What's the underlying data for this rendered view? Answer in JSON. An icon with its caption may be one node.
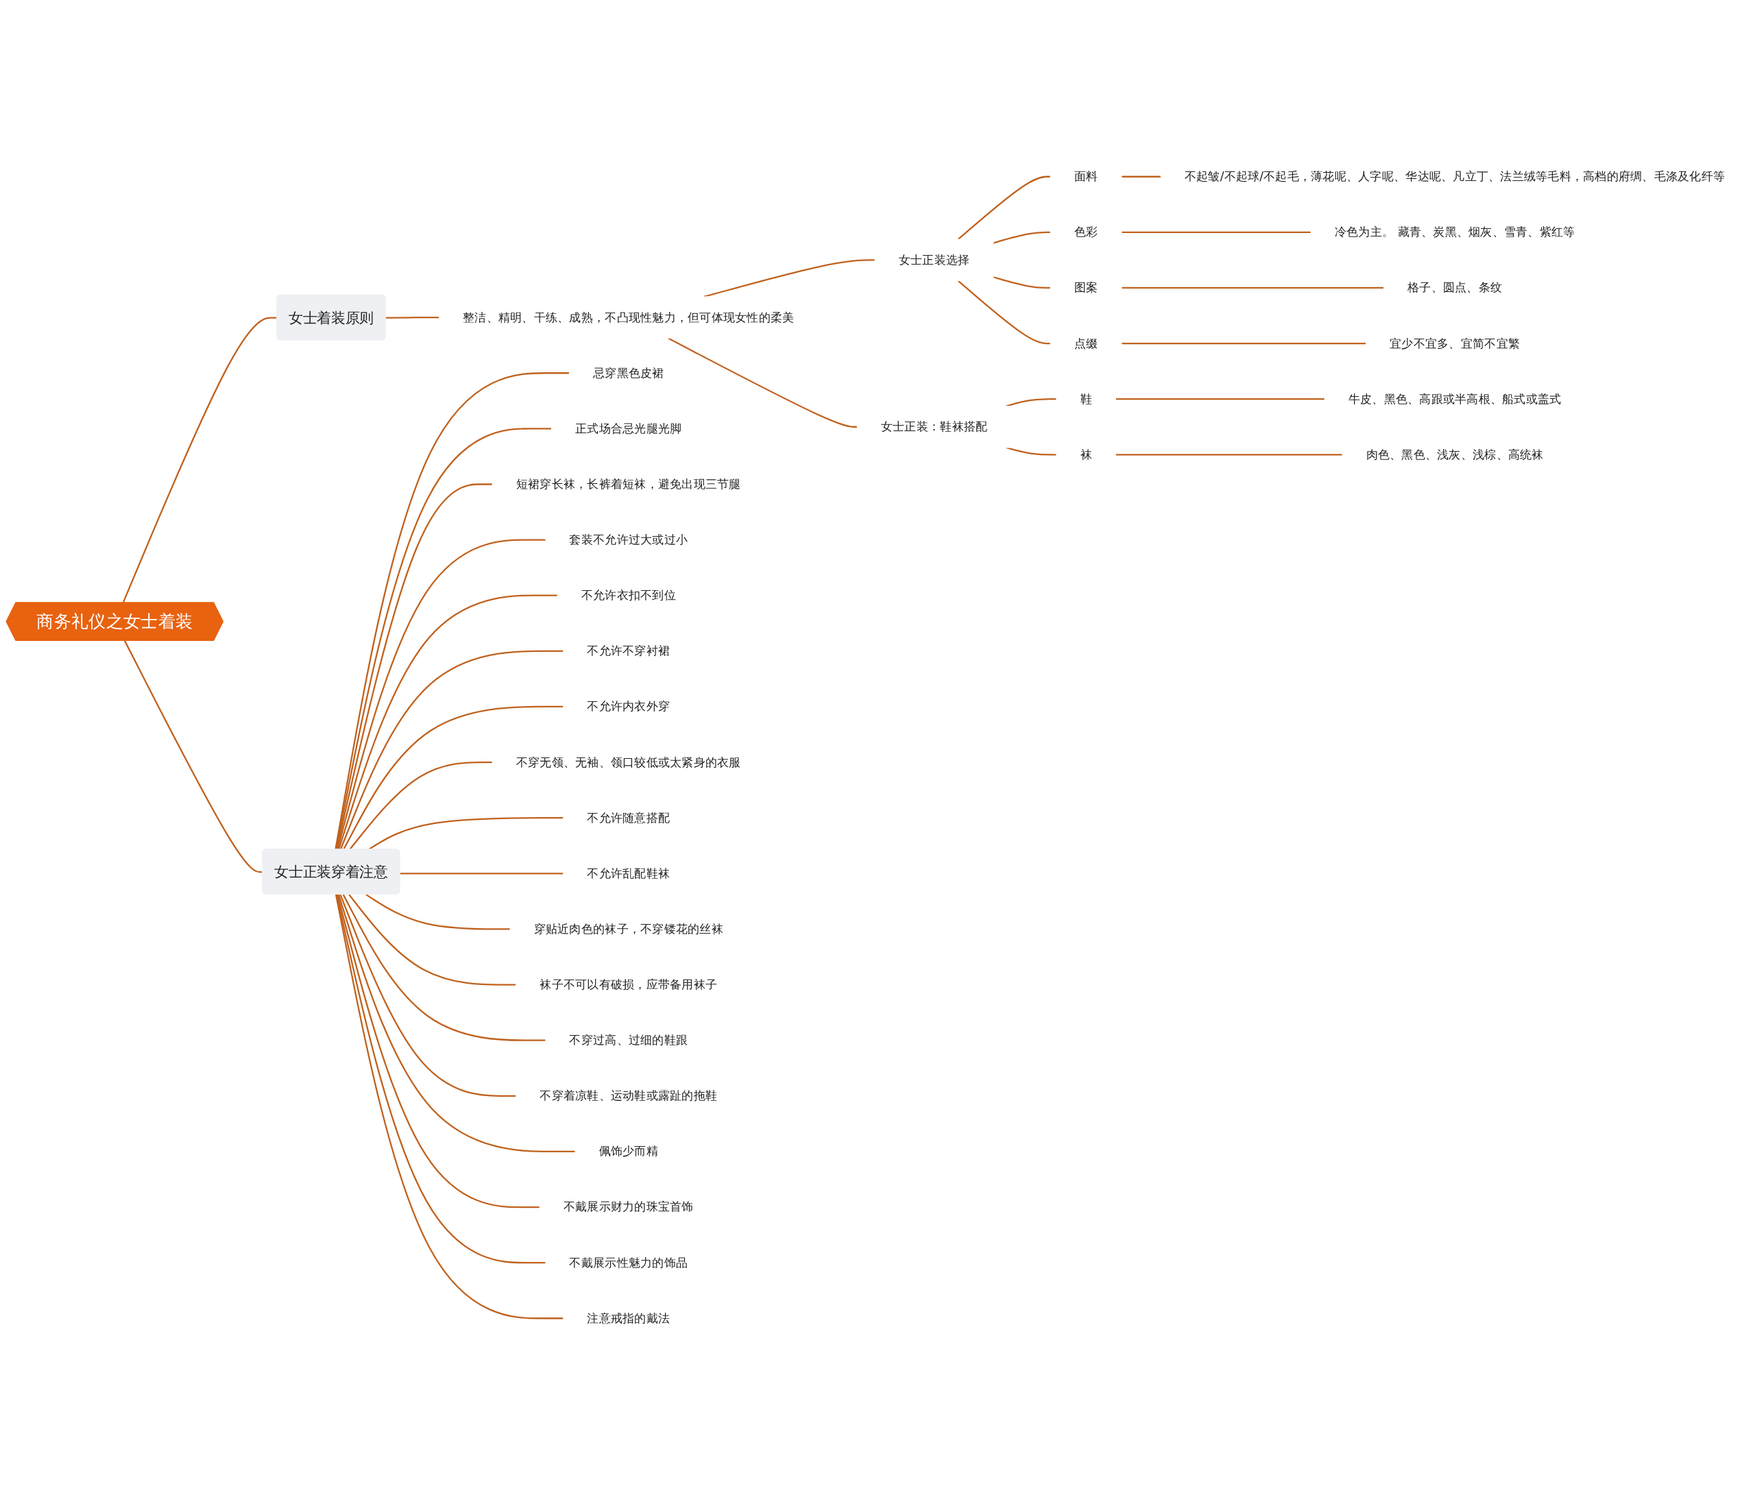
{
  "diagram": {
    "nodes": [
      {
        "text": [
          "商务礼仪之女士着装"
        ]
      },
      {
        "text": [
          "女士着装原则"
        ]
      },
      {
        "text": [
          "整洁、精明、干练、成熟，不凸现性魅力，但可体现女性的柔美"
        ]
      },
      {
        "text": [
          "女士正装选择"
        ]
      },
      {
        "text": [
          "面料"
        ]
      },
      {
        "text": [
          "不起皱/不起球/不起毛，薄花呢、人字呢、华达呢、凡立丁、法兰绒等毛料，高档的府绸、毛涤及化纤等"
        ]
      },
      {
        "text": [
          "色彩"
        ]
      },
      {
        "text": [
          "冷色为主。 藏青、炭黑、烟灰、雪青、紫红等"
        ]
      },
      {
        "text": [
          "图案"
        ]
      },
      {
        "text": [
          "格子、圆点、条纹"
        ]
      },
      {
        "text": [
          "点缀"
        ]
      },
      {
        "text": [
          "宜少不宜多、宜简不宜繁"
        ]
      },
      {
        "text": [
          "女士正装：鞋袜搭配"
        ]
      },
      {
        "text": [
          "鞋"
        ]
      },
      {
        "text": [
          "牛皮、黑色、高跟或半高根、船式或盖式"
        ]
      },
      {
        "text": [
          "袜"
        ]
      },
      {
        "text": [
          "肉色、黑色、浅灰、浅棕、高统袜"
        ]
      },
      {
        "text": [
          "女士正装穿着注意"
        ]
      },
      {
        "text": [
          "忌穿黑色皮裙"
        ]
      },
      {
        "text": [
          "正式场合忌光腿光脚"
        ]
      },
      {
        "text": [
          "短裙穿长袜，长裤着短袜，避免出现三节腿"
        ]
      },
      {
        "text": [
          "套装不允许过大或过小"
        ]
      },
      {
        "text": [
          "不允许衣扣不到位"
        ]
      },
      {
        "text": [
          "不允许不穿衬裙"
        ]
      },
      {
        "text": [
          "不允许内衣外穿"
        ]
      },
      {
        "text": [
          "不穿无领、无袖、领口较低或太紧身的衣服"
        ]
      },
      {
        "text": [
          "不允许随意搭配"
        ]
      },
      {
        "text": [
          "不允许乱配鞋袜"
        ]
      },
      {
        "text": [
          "穿贴近肉色的袜子，不穿镂花的丝袜"
        ]
      },
      {
        "text": [
          "袜子不可以有破损，应带备用袜子"
        ]
      },
      {
        "text": [
          "不穿过高、过细的鞋跟"
        ]
      },
      {
        "text": [
          "不穿着凉鞋、运动鞋或露趾的拖鞋"
        ]
      },
      {
        "text": [
          "佩饰少而精"
        ]
      },
      {
        "text": [
          "不戴展示财力的珠宝首饰"
        ]
      },
      {
        "text": [
          "不戴展示性魅力的饰品"
        ]
      },
      {
        "text": [
          "注意戒指的戴法"
        ]
      }
    ],
    "edges": [
      {
        "from": 0,
        "to": 1,
        "arrow": "none"
      },
      {
        "from": 1,
        "to": 2,
        "arrow": "none"
      },
      {
        "from": 2,
        "to": 3,
        "arrow": "none"
      },
      {
        "from": 3,
        "to": 4,
        "arrow": "none"
      },
      {
        "from": 4,
        "to": 5,
        "arrow": "none"
      },
      {
        "from": 3,
        "to": 6,
        "arrow": "none"
      },
      {
        "from": 6,
        "to": 7,
        "arrow": "none"
      },
      {
        "from": 3,
        "to": 8,
        "arrow": "none"
      },
      {
        "from": 8,
        "to": 9,
        "arrow": "none"
      },
      {
        "from": 3,
        "to": 10,
        "arrow": "none"
      },
      {
        "from": 10,
        "to": 11,
        "arrow": "none"
      },
      {
        "from": 2,
        "to": 12,
        "arrow": "none"
      },
      {
        "from": 12,
        "to": 13,
        "arrow": "none"
      },
      {
        "from": 13,
        "to": 14,
        "arrow": "none"
      },
      {
        "from": 12,
        "to": 15,
        "arrow": "none"
      },
      {
        "from": 15,
        "to": 16,
        "arrow": "none"
      },
      {
        "from": 0,
        "to": 17,
        "arrow": "none"
      },
      {
        "from": 17,
        "to": 18,
        "arrow": "none"
      },
      {
        "from": 17,
        "to": 19,
        "arrow": "none"
      },
      {
        "from": 17,
        "to": 20,
        "arrow": "none"
      },
      {
        "from": 17,
        "to": 21,
        "arrow": "none"
      },
      {
        "from": 17,
        "to": 22,
        "arrow": "none"
      },
      {
        "from": 17,
        "to": 23,
        "arrow": "none"
      },
      {
        "from": 17,
        "to": 24,
        "arrow": "none"
      },
      {
        "from": 17,
        "to": 25,
        "arrow": "none"
      },
      {
        "from": 17,
        "to": 26,
        "arrow": "none"
      },
      {
        "from": 17,
        "to": 27,
        "arrow": "none"
      },
      {
        "from": 17,
        "to": 28,
        "arrow": "none"
      },
      {
        "from": 17,
        "to": 29,
        "arrow": "none"
      },
      {
        "from": 17,
        "to": 30,
        "arrow": "none"
      },
      {
        "from": 17,
        "to": 31,
        "arrow": "none"
      },
      {
        "from": 17,
        "to": 32,
        "arrow": "none"
      },
      {
        "from": 17,
        "to": 33,
        "arrow": "none"
      },
      {
        "from": 17,
        "to": 34,
        "arrow": "none"
      },
      {
        "from": 17,
        "to": 35,
        "arrow": "none"
      }
    ]
  }
}
